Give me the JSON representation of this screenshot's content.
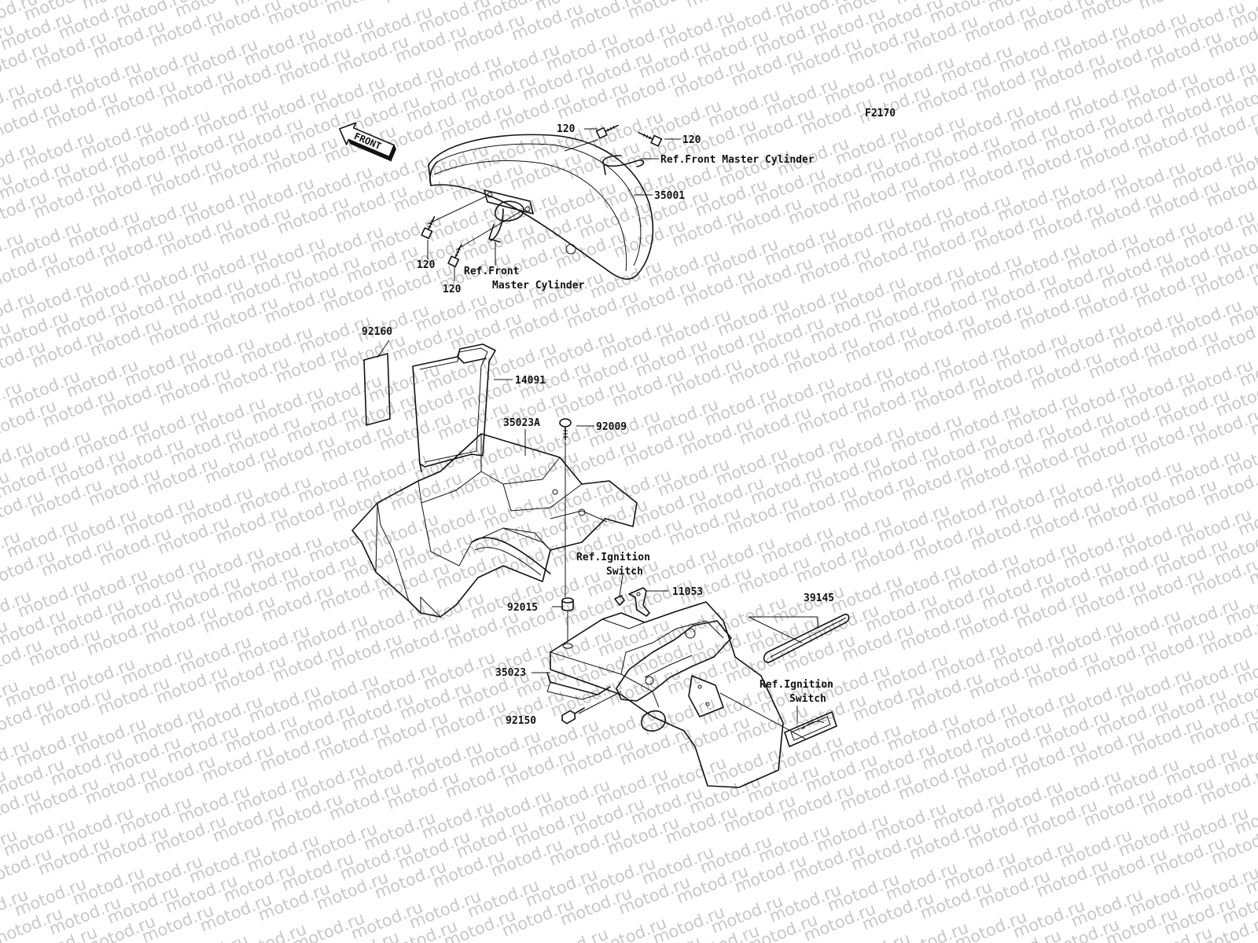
{
  "watermark": {
    "text": "motod.ru"
  },
  "figure_code": "F2170",
  "front_arrow": {
    "text": "FRONT"
  },
  "callouts": {
    "bolt_120_top": "120",
    "bolt_120_right": "120",
    "ref_front_master_cyl_1": "Ref.Front Master Cylinder",
    "front_fender": "35001",
    "bolt_120_left": "120",
    "bolt_120_bottom": "120",
    "ref_front_master_cyl_2_line1": "Ref.Front",
    "ref_front_master_cyl_2_line2": "Master Cylinder",
    "pad_92160": "92160",
    "cover_14091": "14091",
    "rear_fender_front": "35023A",
    "bolt_92009": "92009",
    "ref_ignition_1_line1": "Ref.Ignition",
    "ref_ignition_1_line2": "Switch",
    "bracket_11053": "11053",
    "collar_92015": "92015",
    "strip_39145": "39145",
    "rear_fender_rear": "35023",
    "ref_ignition_2_line1": "Ref.Ignition",
    "ref_ignition_2_line2": "Switch",
    "bolt_92150": "92150"
  }
}
